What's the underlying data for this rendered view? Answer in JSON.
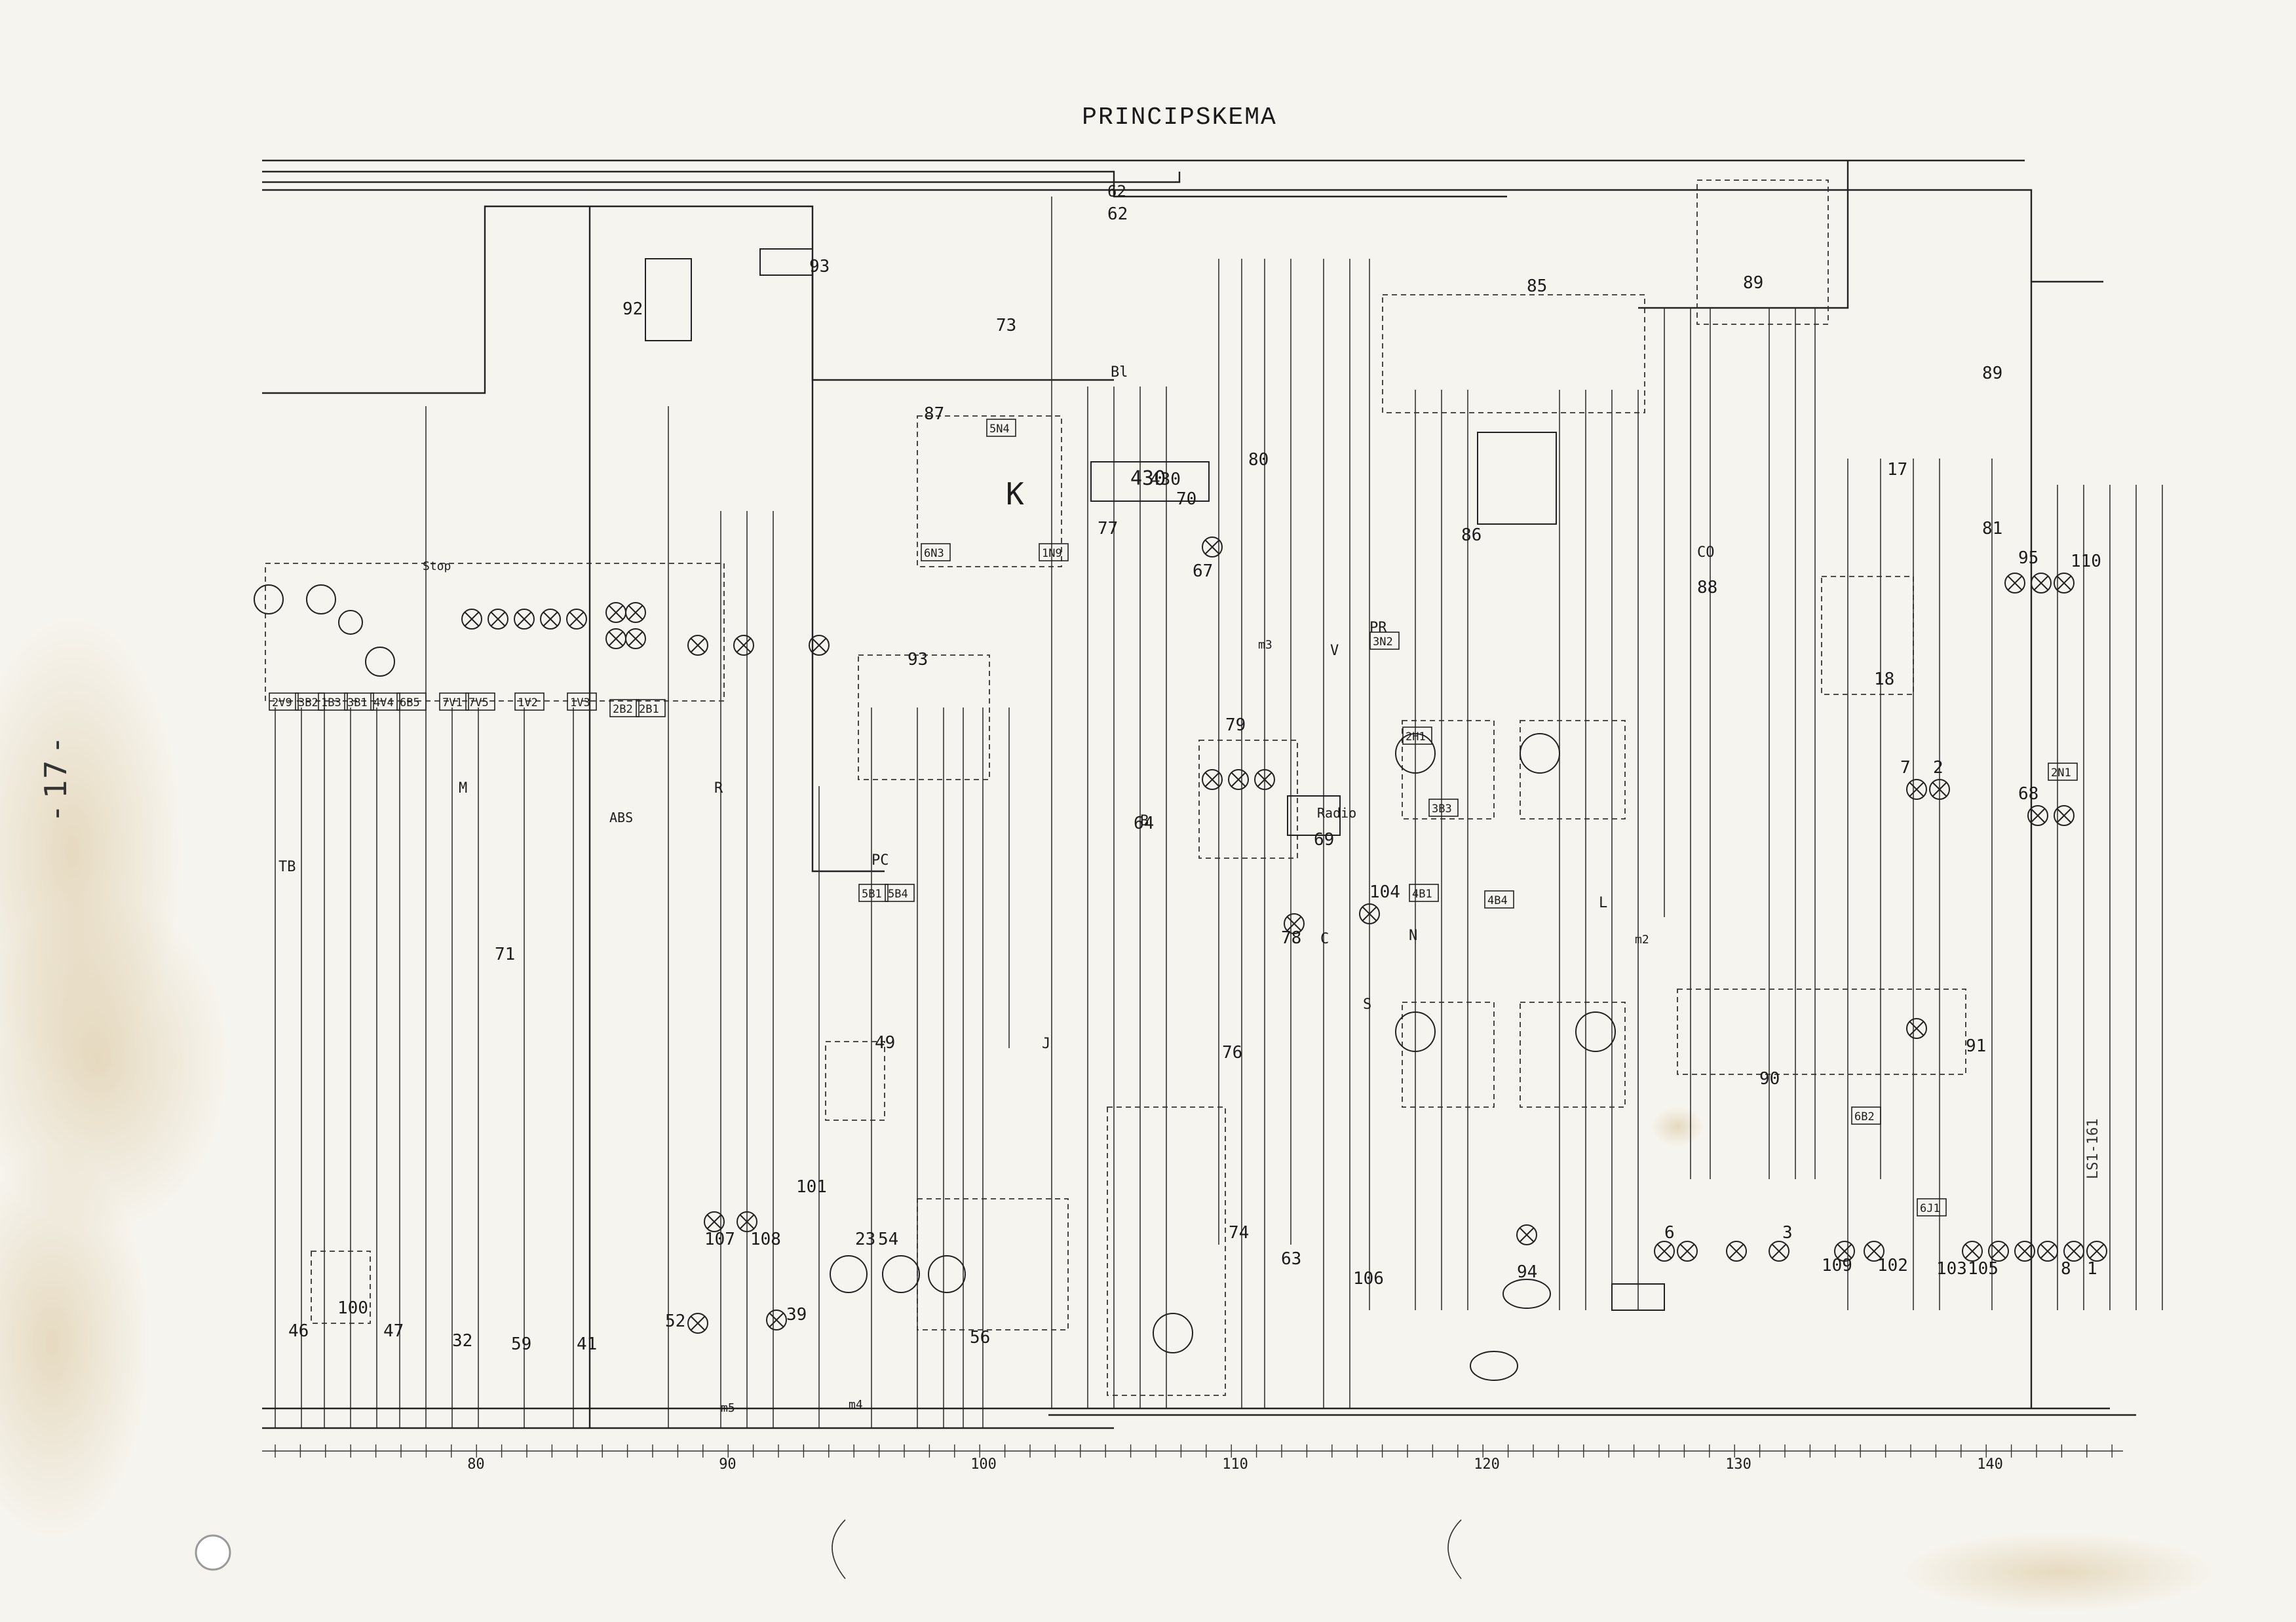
{
  "title": "PRINCIPSKEMA",
  "side_page_number": "- 17 -",
  "doc_code": "LS1-161",
  "ruler": {
    "labels": [
      "80",
      "90",
      "100",
      "110",
      "120",
      "130",
      "140"
    ]
  },
  "components": [
    {
      "id": "62",
      "label": "62"
    },
    {
      "id": "92",
      "label": "92"
    },
    {
      "id": "93a",
      "label": "93"
    },
    {
      "id": "73",
      "label": "73"
    },
    {
      "id": "87",
      "label": "87"
    },
    {
      "id": "85",
      "label": "85"
    },
    {
      "id": "89a",
      "label": "89"
    },
    {
      "id": "89b",
      "label": "89"
    },
    {
      "id": "70",
      "label": "70"
    },
    {
      "id": "430",
      "label": "430"
    },
    {
      "id": "77",
      "label": "77"
    },
    {
      "id": "80a",
      "label": "80"
    },
    {
      "id": "67",
      "label": "67"
    },
    {
      "id": "86",
      "label": "86"
    },
    {
      "id": "88",
      "label": "88"
    },
    {
      "id": "17",
      "label": "17"
    },
    {
      "id": "18",
      "label": "18"
    },
    {
      "id": "81",
      "label": "81"
    },
    {
      "id": "95",
      "label": "95"
    },
    {
      "id": "110",
      "label": "110"
    },
    {
      "id": "90",
      "label": "90"
    },
    {
      "id": "ABS",
      "label": "ABS"
    },
    {
      "id": "71",
      "label": "71"
    },
    {
      "id": "93b",
      "label": "93"
    },
    {
      "id": "79",
      "label": "79"
    },
    {
      "id": "Radio",
      "label": "Radio"
    },
    {
      "id": "69",
      "label": "69"
    },
    {
      "id": "64",
      "label": "64"
    },
    {
      "id": "49",
      "label": "49"
    },
    {
      "id": "104",
      "label": "104"
    },
    {
      "id": "78",
      "label": "78"
    },
    {
      "id": "76",
      "label": "76"
    },
    {
      "id": "100",
      "label": "100"
    },
    {
      "id": "32",
      "label": "32"
    },
    {
      "id": "59",
      "label": "59"
    },
    {
      "id": "41",
      "label": "41"
    },
    {
      "id": "46",
      "label": "46"
    },
    {
      "id": "47",
      "label": "47"
    },
    {
      "id": "52",
      "label": "52"
    },
    {
      "id": "107",
      "label": "107"
    },
    {
      "id": "108",
      "label": "108"
    },
    {
      "id": "39",
      "label": "39"
    },
    {
      "id": "101",
      "label": "101"
    },
    {
      "id": "23",
      "label": "23"
    },
    {
      "id": "54",
      "label": "54"
    },
    {
      "id": "56",
      "label": "56"
    },
    {
      "id": "74",
      "label": "74"
    },
    {
      "id": "63",
      "label": "63"
    },
    {
      "id": "106",
      "label": "106"
    },
    {
      "id": "94",
      "label": "94"
    },
    {
      "id": "91",
      "label": "91"
    },
    {
      "id": "68",
      "label": "68"
    },
    {
      "id": "7",
      "label": "7"
    },
    {
      "id": "2",
      "label": "2"
    },
    {
      "id": "109",
      "label": "109"
    },
    {
      "id": "102",
      "label": "102"
    },
    {
      "id": "103",
      "label": "103"
    },
    {
      "id": "105",
      "label": "105"
    },
    {
      "id": "8",
      "label": "8"
    },
    {
      "id": "1",
      "label": "1"
    },
    {
      "id": "6",
      "label": "6"
    },
    {
      "id": "3",
      "label": "3"
    }
  ],
  "wire_codes": [
    "TB",
    "M",
    "R",
    "B",
    "N",
    "PR",
    "L",
    "C",
    "S",
    "PC",
    "CO",
    "Bl",
    "V",
    "J"
  ],
  "connectors": [
    "2V9",
    "3B2",
    "1B3",
    "3B1",
    "4V4",
    "6B5",
    "7V1",
    "7V5",
    "1V2",
    "1V3",
    "2B2",
    "2B1",
    "2H1",
    "3B3",
    "4B1",
    "4B4",
    "5B1",
    "5B4",
    "6N3",
    "1N9",
    "2N1",
    "3N2",
    "5N4",
    "6B2",
    "6J1"
  ],
  "fuse_label": "62",
  "abs_box_label": "ABS",
  "radio_label": "Radio",
  "meter_reading": "430",
  "k_relay_label": "K",
  "stop_label": "Stop",
  "ground_labels": [
    "m2",
    "m3",
    "m4",
    "m5"
  ]
}
